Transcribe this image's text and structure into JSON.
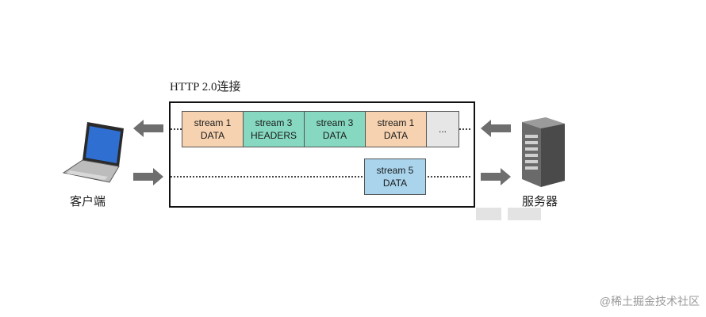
{
  "connection": {
    "title": "HTTP 2.0连接"
  },
  "frames_row1": [
    {
      "stream": "stream 1",
      "type": "DATA",
      "color": "#f6d2b0"
    },
    {
      "stream": "stream 3",
      "type": "HEADERS",
      "color": "#86d9c0"
    },
    {
      "stream": "stream 3",
      "type": "DATA",
      "color": "#86d9c0"
    },
    {
      "stream": "stream 1",
      "type": "DATA",
      "color": "#f6d2b0"
    }
  ],
  "more_frame": {
    "label": "...",
    "color": "#e6e6e6"
  },
  "frames_row2": [
    {
      "stream": "stream 5",
      "type": "DATA",
      "color": "#a9d4ec"
    }
  ],
  "client": {
    "label": "客户端",
    "icon": "laptop-icon"
  },
  "server": {
    "label": "服务器",
    "icon": "server-icon"
  },
  "watermark": "@稀土掘金技术社区"
}
